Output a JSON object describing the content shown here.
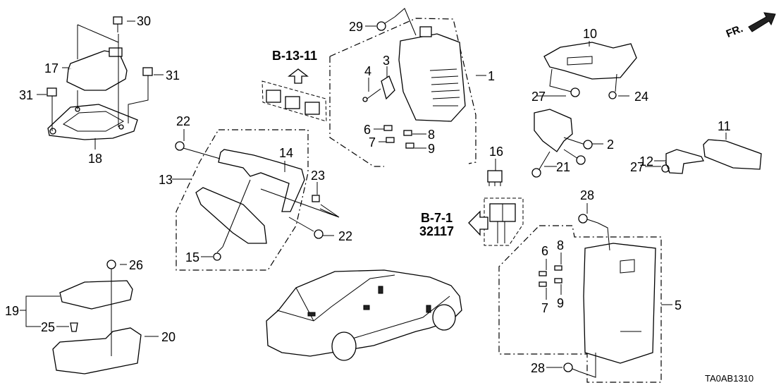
{
  "diagram": {
    "code": "TA0AB1310",
    "orientation_label": "FR.",
    "references": [
      {
        "id": "ref-b-13-11",
        "lines": [
          "B-13-11"
        ]
      },
      {
        "id": "ref-b-7-1",
        "lines": [
          "B-7-1",
          "32117"
        ]
      }
    ],
    "callouts": {
      "c1": "1",
      "c2": "2",
      "c3": "3",
      "c4": "4",
      "c5": "5",
      "c6a": "6",
      "c7a": "7",
      "c8a": "8",
      "c9a": "9",
      "c6b": "6",
      "c7b": "7",
      "c8b": "8",
      "c9b": "9",
      "c10": "10",
      "c11": "11",
      "c12": "12",
      "c13": "13",
      "c14": "14",
      "c15": "15",
      "c16": "16",
      "c17": "17",
      "c18": "18",
      "c19": "19",
      "c20": "20",
      "c21": "21",
      "c22a": "22",
      "c22b": "22",
      "c23": "23",
      "c24": "24",
      "c25": "25",
      "c26": "26",
      "c27a": "27",
      "c27b": "27",
      "c28a": "28",
      "c28b": "28",
      "c29": "29",
      "c30": "30",
      "c31a": "31",
      "c31b": "31"
    }
  }
}
